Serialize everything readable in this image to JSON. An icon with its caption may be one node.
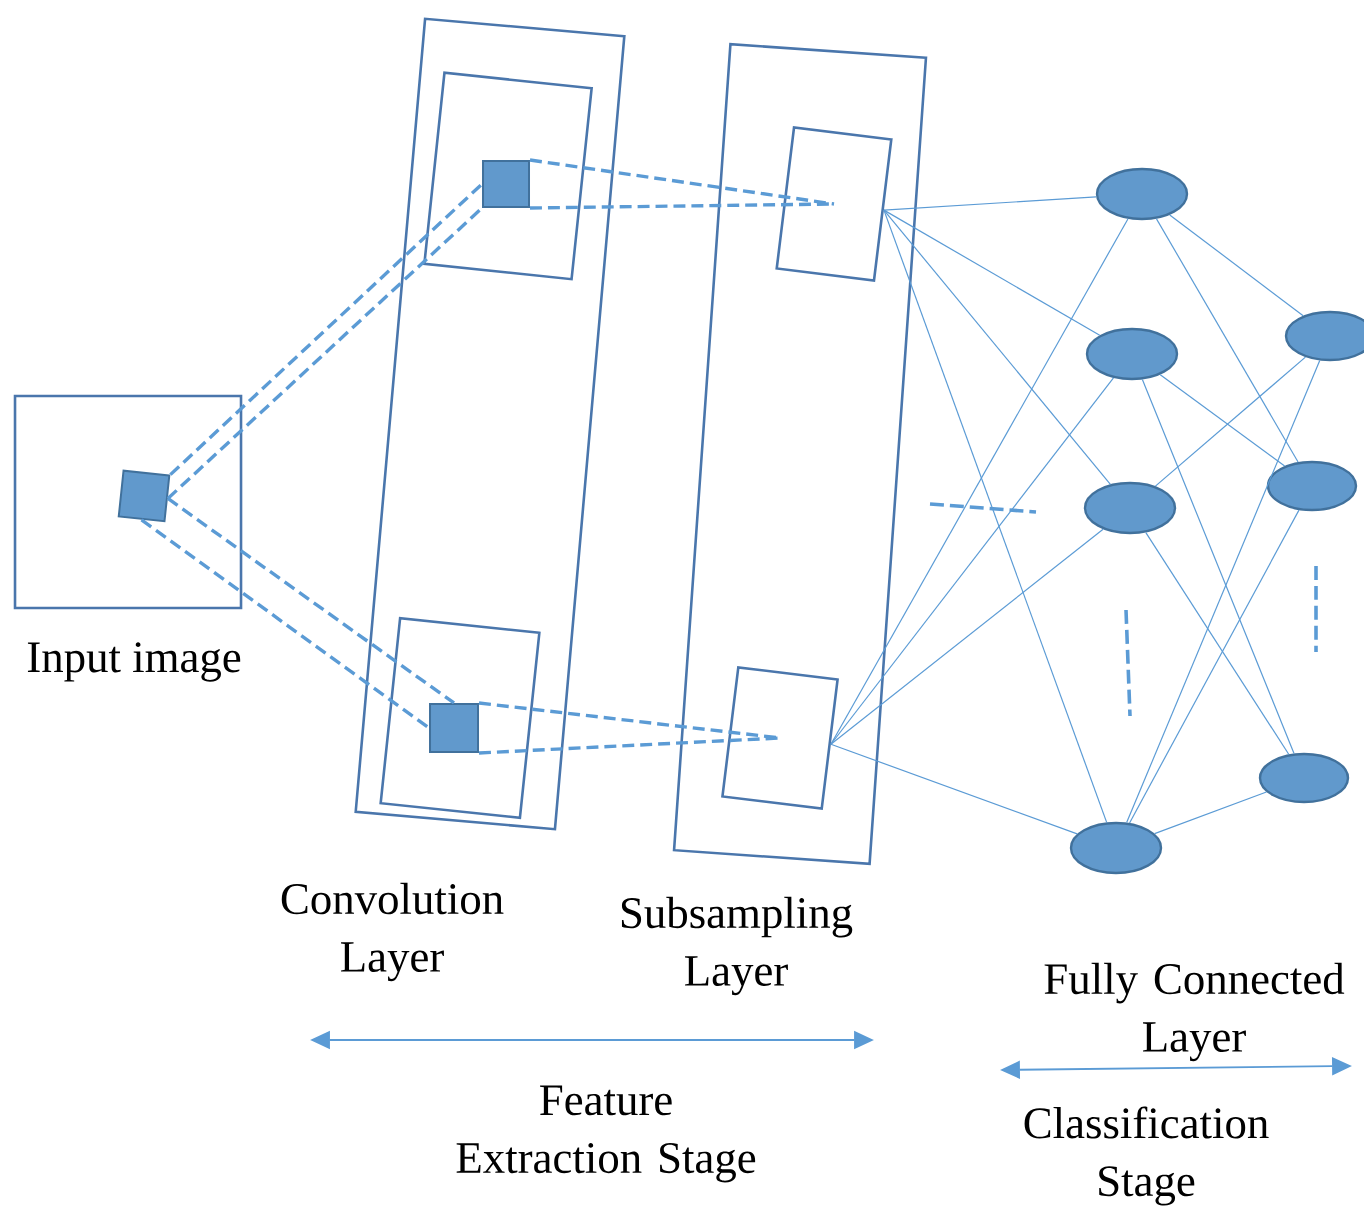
{
  "diagram": {
    "nodes": [
      {
        "text": [
          "Input image"
        ]
      },
      {
        "text": [],
        "shape": "box",
        "in": 0
      },
      {
        "text": [
          "Convolution Layer"
        ]
      },
      {
        "text": [],
        "shape": "box",
        "in": 2
      },
      {
        "text": [],
        "shape": "box",
        "in": 3
      },
      {
        "text": [],
        "shape": "box",
        "in": 2
      },
      {
        "text": [],
        "shape": "box",
        "in": 5
      },
      {
        "text": [
          "Subsampling Layer"
        ]
      },
      {
        "text": [],
        "shape": "box",
        "in": 7
      },
      {
        "text": [],
        "shape": "box",
        "in": 7
      },
      {
        "text": [],
        "shape": "circle"
      },
      {
        "text": [],
        "shape": "circle"
      },
      {
        "text": [],
        "shape": "circle"
      },
      {
        "text": [],
        "shape": "circle"
      },
      {
        "text": [],
        "shape": "circle"
      },
      {
        "text": [],
        "shape": "circle"
      },
      {
        "text": [],
        "shape": "circle"
      }
    ],
    "edges": [
      {
        "from": 1,
        "to": 4,
        "arrow": "none",
        "style": "dashed"
      },
      {
        "from": 1,
        "to": 4,
        "arrow": "none",
        "style": "dashed"
      },
      {
        "from": 1,
        "to": 6,
        "arrow": "none",
        "style": "dashed"
      },
      {
        "from": 1,
        "to": 6,
        "arrow": "none",
        "style": "dashed"
      },
      {
        "from": 4,
        "to": 8,
        "arrow": "none",
        "style": "dashed"
      },
      {
        "from": 4,
        "to": 8,
        "arrow": "none",
        "style": "dashed"
      },
      {
        "from": 6,
        "to": 9,
        "arrow": "none",
        "style": "dashed"
      },
      {
        "from": 6,
        "to": 9,
        "arrow": "none",
        "style": "dashed"
      },
      {
        "from": 8,
        "to": 10,
        "arrow": "none"
      },
      {
        "from": 8,
        "to": 11,
        "arrow": "none"
      },
      {
        "from": 8,
        "to": 12,
        "arrow": "none"
      },
      {
        "from": 8,
        "to": 13,
        "arrow": "none"
      },
      {
        "from": 9,
        "to": 10,
        "arrow": "none"
      },
      {
        "from": 9,
        "to": 11,
        "arrow": "none"
      },
      {
        "from": 9,
        "to": 12,
        "arrow": "none"
      },
      {
        "from": 9,
        "to": 13,
        "arrow": "none"
      },
      {
        "from": 10,
        "to": 14,
        "arrow": "none"
      },
      {
        "from": 10,
        "to": 15,
        "arrow": "none"
      },
      {
        "from": 11,
        "to": 15,
        "arrow": "none"
      },
      {
        "from": 11,
        "to": 16,
        "arrow": "none"
      },
      {
        "from": 12,
        "to": 14,
        "arrow": "none"
      },
      {
        "from": 12,
        "to": 16,
        "arrow": "none"
      },
      {
        "from": 13,
        "to": 14,
        "arrow": "none"
      },
      {
        "from": 13,
        "to": 15,
        "arrow": "none"
      },
      {
        "from": 13,
        "to": 16,
        "arrow": "none"
      }
    ],
    "labels": [
      "Fully Connected Layer",
      "Feature Extraction Stage",
      "Classification Stage"
    ]
  }
}
